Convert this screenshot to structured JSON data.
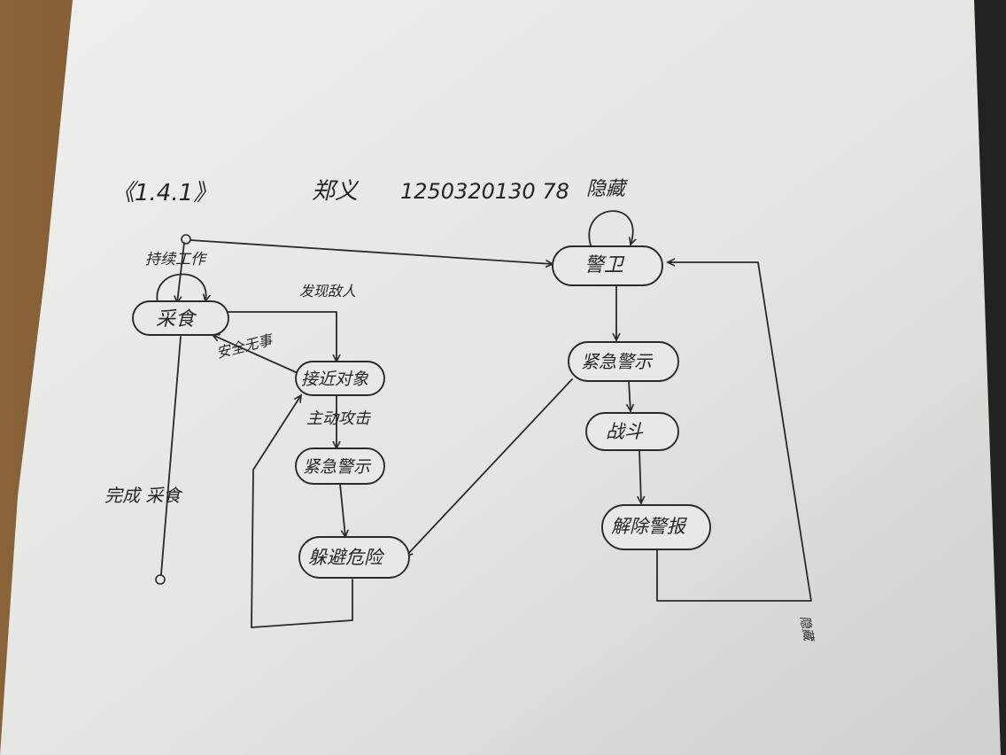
{
  "header": {
    "section": "《1.4.1》",
    "name": "郑义",
    "student_id": "1250320130 78",
    "hidden_label": "隐藏"
  },
  "states": {
    "guard": "警卫",
    "alarm_state": "紧急警示",
    "combat": "战斗",
    "disarm": "解除警报",
    "forage": "采食",
    "approach": "接近对象",
    "alert": "紧急警示",
    "escape": "躲避危险"
  },
  "labels": {
    "busy": "持续工作",
    "enemy_approach": "发现敌人",
    "safe": "安全无事",
    "strike": "主动攻击",
    "done_forage": "完成 采食",
    "mark": "隐藏"
  },
  "colors": {
    "paper": "#e6e6e3",
    "ink": "#2a2a2a",
    "table": "#6b4a2e"
  }
}
